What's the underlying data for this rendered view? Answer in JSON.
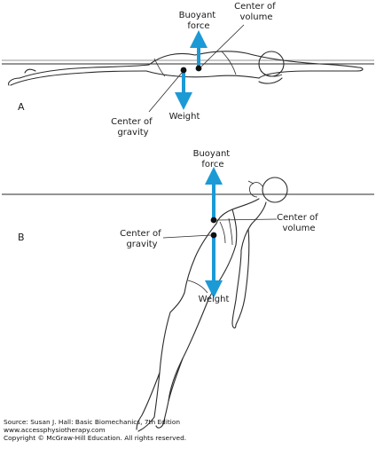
{
  "panels": {
    "a": {
      "letter": "A",
      "buoyant_force": [
        "Buoyant",
        "force"
      ],
      "center_of_volume": [
        "Center of",
        "volume"
      ],
      "center_of_gravity": [
        "Center of",
        "gravity"
      ],
      "weight": "Weight"
    },
    "b": {
      "letter": "B",
      "buoyant_force": [
        "Buoyant",
        "force"
      ],
      "center_of_volume": [
        "Center of",
        "volume"
      ],
      "center_of_gravity": [
        "Center of",
        "gravity"
      ],
      "weight": "Weight"
    }
  },
  "colors": {
    "force_arrow": "#1c9ad6",
    "line_art": "#2a2a2a"
  },
  "credits": {
    "source": "Source: Susan J. Hall: Basic Biomechanics, 7th Edition",
    "website": "www.accessphysiotherapy.com",
    "copyright": "Copyright © McGraw-Hill Education.  All rights reserved."
  }
}
